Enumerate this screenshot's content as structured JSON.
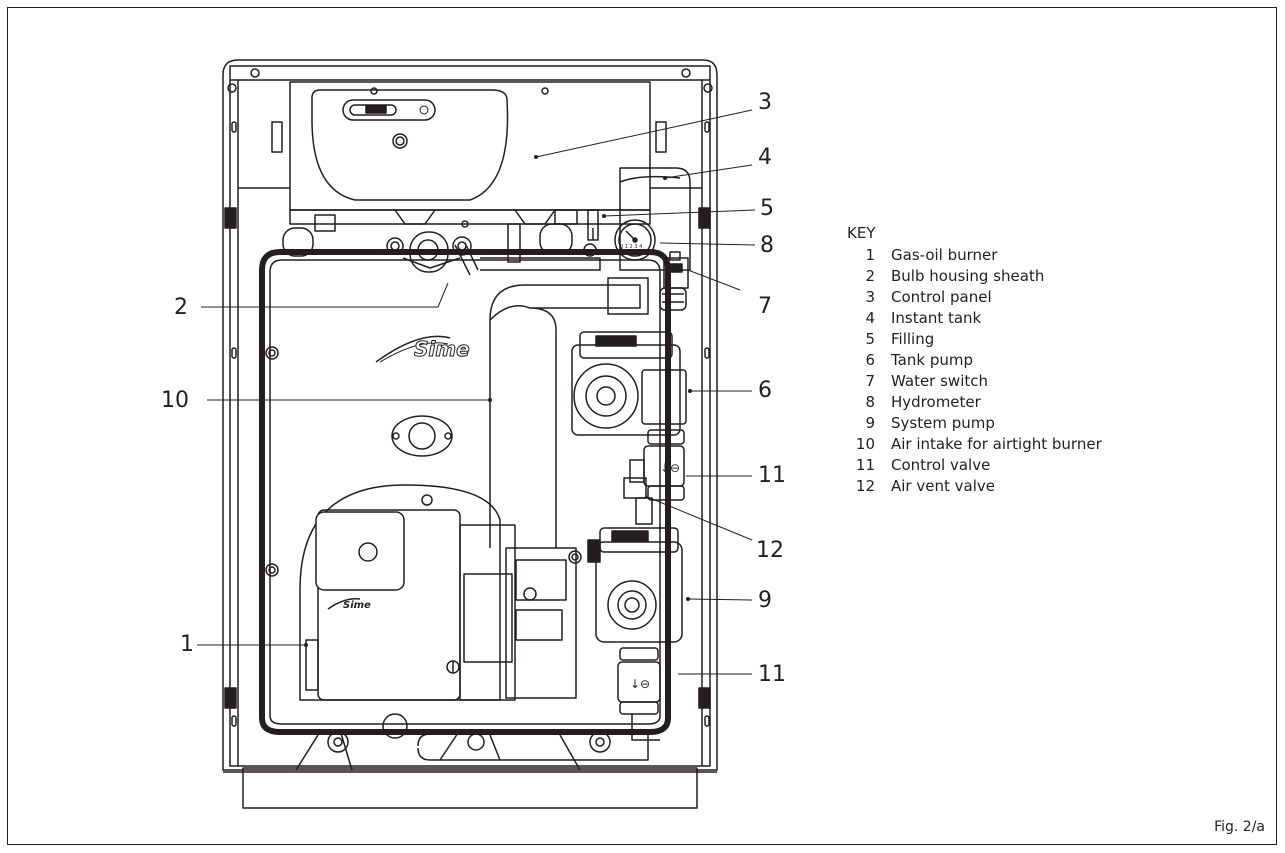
{
  "callouts": {
    "c1": "1",
    "c2": "2",
    "c3": "3",
    "c4": "4",
    "c5": "5",
    "c6": "6",
    "c7": "7",
    "c8": "8",
    "c9": "9",
    "c10": "10",
    "c11a": "11",
    "c11b": "11",
    "c12": "12"
  },
  "brand": {
    "top": "Sime",
    "burner": "Sime"
  },
  "key": {
    "title": "KEY",
    "items": [
      {
        "num": "1",
        "label": "Gas-oil burner"
      },
      {
        "num": "2",
        "label": "Bulb housing sheath"
      },
      {
        "num": "3",
        "label": "Control panel"
      },
      {
        "num": "4",
        "label": "Instant tank"
      },
      {
        "num": "5",
        "label": "Filling"
      },
      {
        "num": "6",
        "label": "Tank pump"
      },
      {
        "num": "7",
        "label": "Water switch"
      },
      {
        "num": "8",
        "label": "Hydrometer"
      },
      {
        "num": "9",
        "label": "System pump"
      },
      {
        "num": "10",
        "label": "Air intake for airtight burner"
      },
      {
        "num": "11",
        "label": "Control valve"
      },
      {
        "num": "12",
        "label": "Air vent valve"
      }
    ]
  },
  "figure_label": "Fig. 2/a"
}
